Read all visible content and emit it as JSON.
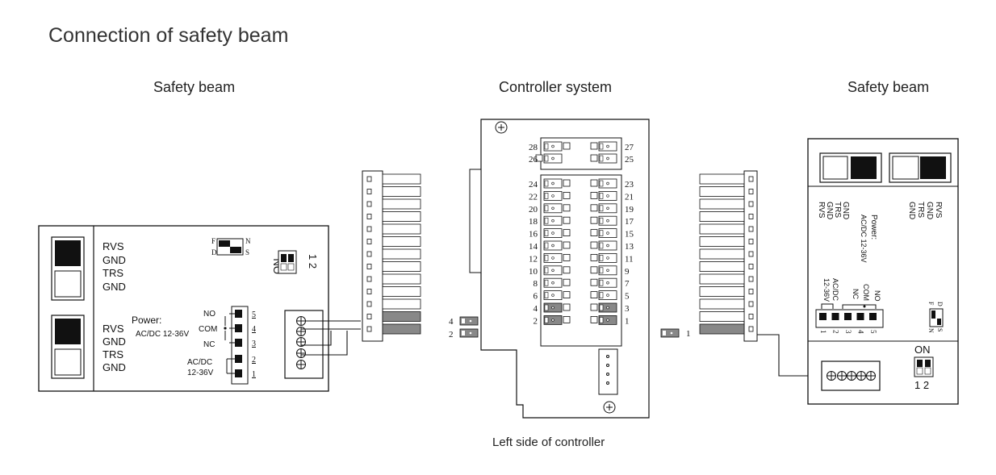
{
  "title": "Connection of safety beam",
  "left_beam": {
    "heading": "Safety beam",
    "terminals_a": [
      "RVS",
      "GND",
      "TRS",
      "GND"
    ],
    "terminals_b": [
      "RVS",
      "GND",
      "TRS",
      "GND"
    ],
    "power_label": "Power:",
    "power_spec": "AC/DC  12-36V",
    "relay_labels": [
      "NO",
      "COM",
      "NC"
    ],
    "supply_labels": [
      "AC/DC",
      "12-36V"
    ],
    "pin_numbers": [
      "5",
      "4",
      "3",
      "2",
      "1"
    ],
    "switch_fd": [
      "F",
      "D"
    ],
    "switch_ns": [
      "N",
      "S"
    ],
    "dip_on": "ON",
    "dip_numbers": "1 2"
  },
  "controller": {
    "heading": "Controller system",
    "caption": "Left side of controller",
    "top_left_pins": [
      "28",
      "26"
    ],
    "top_right_pins": [
      "27",
      "25"
    ],
    "left_pins": [
      "24",
      "22",
      "20",
      "18",
      "16",
      "14",
      "12",
      "10",
      "8",
      "6",
      "4",
      "2"
    ],
    "right_pins": [
      "23",
      "21",
      "19",
      "17",
      "15",
      "13",
      "11",
      "9",
      "7",
      "5",
      "3",
      "1"
    ],
    "jumper_left_labels": [
      "4",
      "2"
    ],
    "jumper_right_label": "1"
  },
  "right_beam": {
    "heading": "Safety beam",
    "terminals_a": [
      "GND",
      "TRS",
      "GND",
      "RVS"
    ],
    "terminals_b": [
      "RVS",
      "GND",
      "TRS",
      "GND"
    ],
    "power_label": "Power:",
    "power_spec": "AC/DC  12-36V",
    "supply_labels": [
      "AC/DC",
      "12-36V"
    ],
    "relay_labels": [
      "NC",
      "COM",
      "NO"
    ],
    "pin_numbers": [
      "1",
      "2",
      "3",
      "4",
      "5"
    ],
    "switch_fd": [
      "F",
      "D"
    ],
    "switch_ns": [
      "N",
      "S"
    ],
    "dip_on": "ON",
    "dip_numbers": "1 2"
  }
}
